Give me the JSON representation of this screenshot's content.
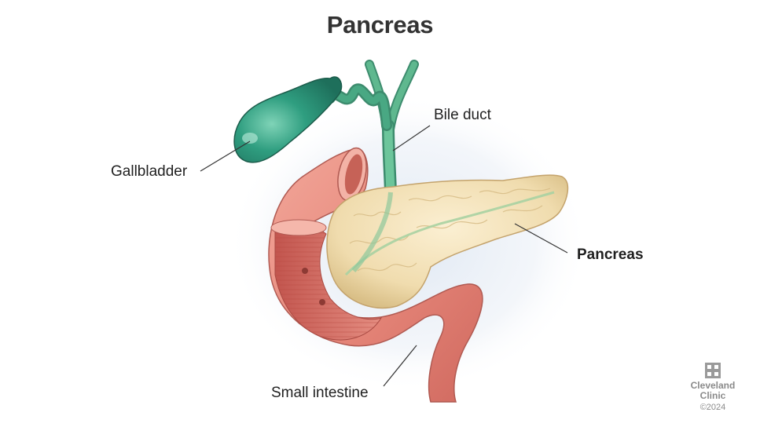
{
  "title": "Pancreas",
  "labels": {
    "bile_duct": "Bile duct",
    "gallbladder": "Gallbladder",
    "pancreas": "Pancreas",
    "small_intestine": "Small intestine"
  },
  "brand": {
    "name_line1": "Cleveland",
    "name_line2": "Clinic",
    "copyright": "©2024",
    "logo_icon": "cleveland-clinic-cross-icon"
  },
  "colors": {
    "gallbladder": "#2e9a7c",
    "pancreas": "#f1dfb5",
    "intestine": "#e88a7e",
    "duct": "#8ec9a0"
  }
}
